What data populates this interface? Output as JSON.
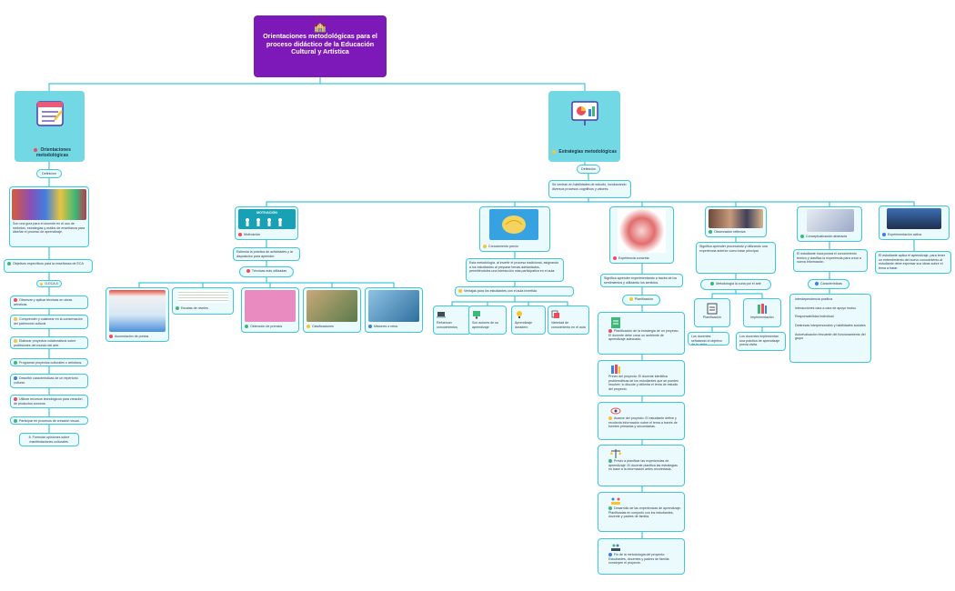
{
  "root": {
    "title": "Orientaciones metodológicas para el proceso didáctico de la Educación Cultural y Artística",
    "icon": "classroom-icon"
  },
  "left": {
    "title": "Orientaciones metodológicas",
    "definicion_label": "Definicion",
    "definicion_text": "Son una guía para el docente en el uso de métodos, estrategias y estilos de enseñanza para diseñar el proceso de aprendizaje.",
    "objetivos": "Objetivos específicos para la enseñanza de ECA",
    "oeca": "O.ECA.5",
    "items": [
      "Observar y aplicar técnicas en obras artísticas",
      "Comprender y colaborar en la conservación del patrimonio cultural.",
      "Elaborar proyectos colaborativos sobre profesiones del mundo del arte.",
      "Programar proyectos culturales o artísticos.",
      "Describir características de un repertorio cultural.",
      "Utilizar recursos tecnológicos para creación de productos sonoros.",
      "Participar en procesos de creación visual.",
      "8. Formular opiniones sobre manifestaciones culturales."
    ]
  },
  "right": {
    "title": "Estrategias metodológicas",
    "definicion_label": "Definición",
    "definicion_text": "Se centran en habilidades de estudio, involucrando diversos procesos cognitivos y valores.",
    "motivacion": {
      "banner": "MOTIVACIÓN",
      "title": "Motivación",
      "text": "Estimula la práctica de actividades y la disposición para aprender.",
      "tecnicas": "Técnicas más utilizadas",
      "items": [
        "Acumulación de puntos",
        "Escalas de niveles",
        "Obtención de premios",
        "Clasificaciones",
        "Misiones o retos"
      ]
    },
    "conocimiento": {
      "title": "Conocimiento previo",
      "text": "Esta metodología, al invertir el proceso tradicional, asignando a los estudiantes al preparar temas adelantados, permitiéndoles una interacción más participativa en el aula.",
      "ventajas": "Ventajas para los estudiantes con el aula invertida",
      "items": [
        "Refuerzan conocimientos",
        "Son actores de su aprendizaje",
        "Aprendizaje duradero",
        "Variedad de conocimiento en el aula"
      ]
    },
    "experiencia": {
      "title": "Experiencia concreta",
      "text": "Significa aprender experimentando a través de los sentimientos y utilizando los sentidos.",
      "planificacion": "Planificación",
      "steps": [
        "Planificación de la estrategia de un proyecto. El docente debe crear un ambiente de aprendizaje adecuado.",
        "Previo del proyecto: El docente identifica problemáticas de los estudiantes que se pueden resolver, lo discute y delimita el tema de estudio del proyecto.",
        "Avance del proyecto: El estudiante define y recolecta información sobre el tema a través de fuentes primarias y secundarias.",
        "Previo a planificar las experiencias de aprendizaje: El docente planifica las estrategias en base a la información antes recolectada.",
        "Desarrollo de las experiencias de aprendizaje: Planificadas en conjunto con los estudiantes, docente y padres de familia.",
        "Fin de la metodología del proyecto: Estudiantes, docentes y padres de familia concluyen el proyecto."
      ]
    },
    "observacion": {
      "title": "Observación reflexiva",
      "text": "Significa aprender procesando y utilizando una experiencia anterior como base principal.",
      "metodologia": "Metodología la cuna por el arte",
      "planificacion": "Planificación",
      "implementacion": "Implementación",
      "plan_text": "Los docentes señalando el objetivo de la visita.",
      "impl_text": "Los docentes implementan una práctica de aprendizaje previa visita."
    },
    "conceptualizacion": {
      "title": "Conceptualización abstracta",
      "text": "El estudiante incorporará el conocimiento teórico y clasifica la experiencia para crear a nueva información.",
      "caracteristicas": "Características",
      "items": [
        "Interdependencia positiva",
        "Interacciones cara a cara de apoyo mutuo",
        "Responsabilidad individual",
        "Destrezas interpersonales y habilidades sociales",
        "Autoevaluación frecuente del funcionamiento del grupo"
      ]
    },
    "activa": {
      "title": "Experimentación activa",
      "text": "El estudiante aplica el aprendizaje, para tener un entendimiento del nuevo conocimiento al estudiante debe expresar sus ideas sobre el tema a tratar."
    }
  },
  "colors": {
    "root": "#7d19b9",
    "accent": "#3fc6dd",
    "node_bg": "#ebfafd",
    "l1_bg": "#72d8e4",
    "dot_red": "#f04a5b",
    "dot_yellow": "#f7c531",
    "dot_blue": "#3f7fe0",
    "dot_green": "#3cb878"
  }
}
